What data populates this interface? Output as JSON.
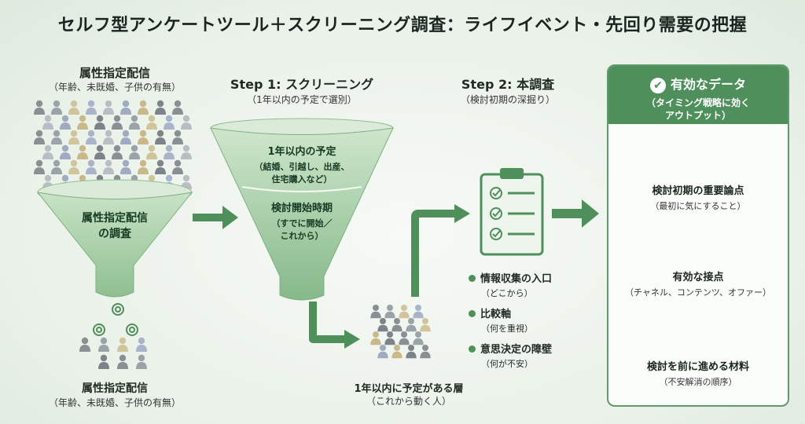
{
  "title": "セルフ型アンケートツール＋スクリーニング調査：ライフイベント・先回り需要の把握",
  "left": {
    "top_title": "属性指定配信",
    "top_sub": "（年齢、未既婚、子供の有無）",
    "funnel_label_1": "属性指定配信",
    "funnel_label_2": "の調査",
    "bottom_title": "属性指定配信",
    "bottom_sub": "（年齢、未既婚、子供の有無）"
  },
  "step1": {
    "title": "Step 1: スクリーニング",
    "sub": "（1年以内の予定で選別）",
    "upper_title": "1年以内の予定",
    "upper_sub_1": "（結婚、引越し、出産、",
    "upper_sub_2": "住宅購入など）",
    "lower_title": "検討開始時期",
    "lower_sub_1": "（すでに開始／",
    "lower_sub_2": "これから）",
    "group_title": "1年以内に予定がある層",
    "group_sub": "（これから動く人）"
  },
  "step2": {
    "title": "Step 2: 本調査",
    "sub": "（検討初期の深掘り）",
    "bullets": [
      {
        "label": "情報収集の入口",
        "sub": "（どこから）"
      },
      {
        "label": "比較軸",
        "sub": "（何を重視）"
      },
      {
        "label": "意思決定の障壁",
        "sub": "（何が不安）"
      }
    ]
  },
  "output": {
    "title": "有効なデータ",
    "sub_1": "（タイミング戦略に効く",
    "sub_2": "アウトプット）",
    "items": [
      {
        "label": "検討初期の重要論点",
        "sub": "（最初に気にすること）",
        "icon": "calendar-search-icon"
      },
      {
        "label": "有効な接点",
        "sub": "（チャネル、コンテンツ、オファー）",
        "icon": "megaphone-icon"
      },
      {
        "label": "検討を前に進める材料",
        "sub": "（不安解消の順序）",
        "icon": "coin-stack-icon"
      }
    ]
  },
  "colors": {
    "green": "#4f8f5c",
    "funnel": "#a9cfa9",
    "accent": "#5f9a69"
  }
}
